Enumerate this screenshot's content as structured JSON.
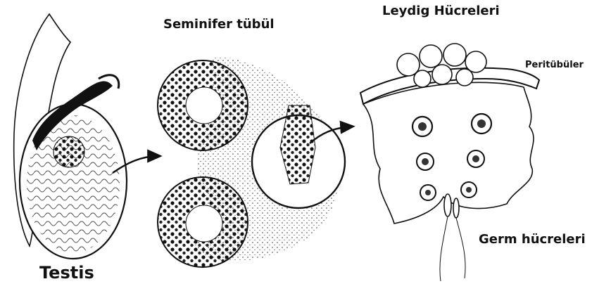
{
  "labels": {
    "testis": "Testis",
    "seminiferous_tubule": "Seminifer tübül",
    "leydig_cells": "Leydig Hücreleri",
    "peritubular": "Peritübüler",
    "germ_cells": "Germ hücreleri"
  },
  "colors": {
    "ink": "#111111",
    "background": "#ffffff",
    "stipple": "#3a3a3a"
  }
}
